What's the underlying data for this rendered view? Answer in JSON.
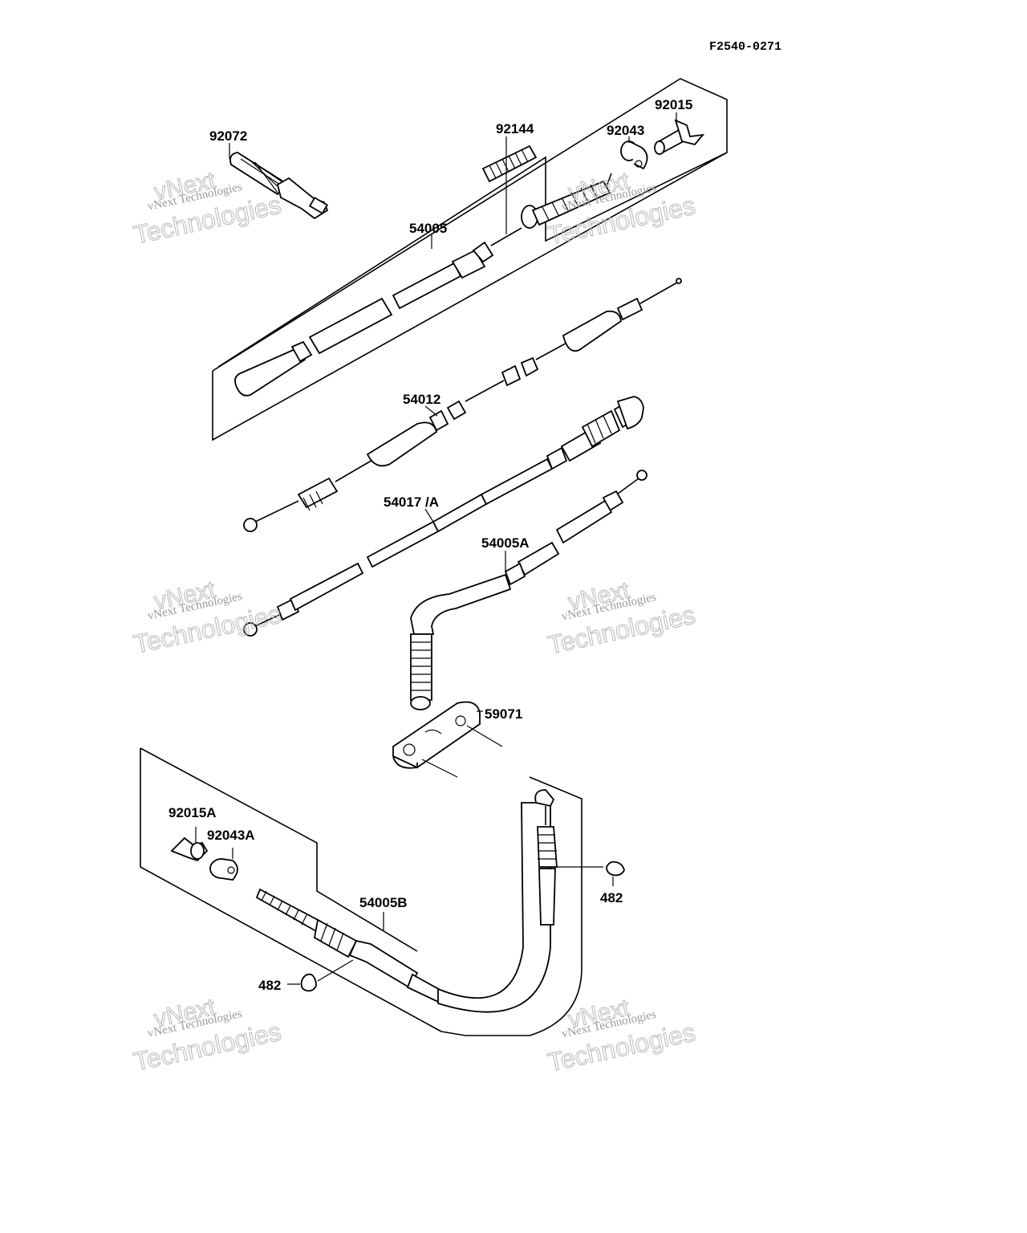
{
  "diagram_code": "F2540-0271",
  "watermark": {
    "line1": "vNext",
    "line2": "Technologies",
    "small": "vNext Technologies"
  },
  "parts": [
    {
      "id": "p92072",
      "label": "92072"
    },
    {
      "id": "p92144",
      "label": "92144"
    },
    {
      "id": "p92043",
      "label": "92043"
    },
    {
      "id": "p92015",
      "label": "92015"
    },
    {
      "id": "p54005",
      "label": "54005"
    },
    {
      "id": "p54012",
      "label": "54012"
    },
    {
      "id": "p54017A",
      "label": "54017 /A"
    },
    {
      "id": "p54005A",
      "label": "54005A"
    },
    {
      "id": "p59071",
      "label": "59071"
    },
    {
      "id": "p92015A",
      "label": "92015A"
    },
    {
      "id": "p92043A",
      "label": "92043A"
    },
    {
      "id": "p54005B",
      "label": "54005B"
    },
    {
      "id": "p482a",
      "label": "482"
    },
    {
      "id": "p482b",
      "label": "482"
    }
  ]
}
